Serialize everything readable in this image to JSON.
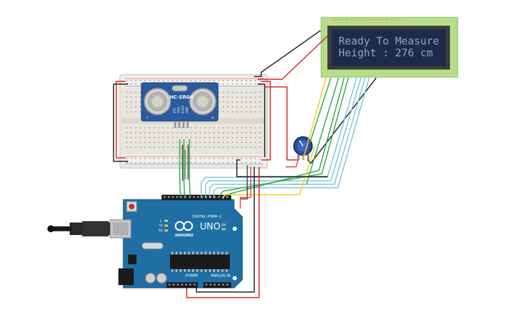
{
  "lcd": {
    "line1": "Ready To Measure",
    "line2": "Height : 276 cm"
  },
  "sensor": {
    "model": "HC-SR04",
    "pin_labels": [
      "VCC",
      "TRIG",
      "ECHO",
      "GND"
    ],
    "left_mark": "T",
    "right_mark": "R"
  },
  "arduino": {
    "brand": "ARDUINO",
    "model": "UNO",
    "digital_label": "DIGITAL (PWM~)",
    "power_label": "POWER",
    "analog_label": "ANALOG IN",
    "on_label": "ON",
    "tx_label": "TX",
    "rx_label": "RX",
    "l_label": "L"
  },
  "colors": {
    "board_blue": "#1f6fa5",
    "lcd_green": "#b6dd88",
    "lcd_screen": "#1c2b4a",
    "wire_red": "#e02020",
    "wire_black": "#202020",
    "wire_green": "#3aa94a",
    "wire_cyan": "#7fc7da",
    "wire_yellow": "#f0d020",
    "breadboard": "#e9e6df"
  }
}
